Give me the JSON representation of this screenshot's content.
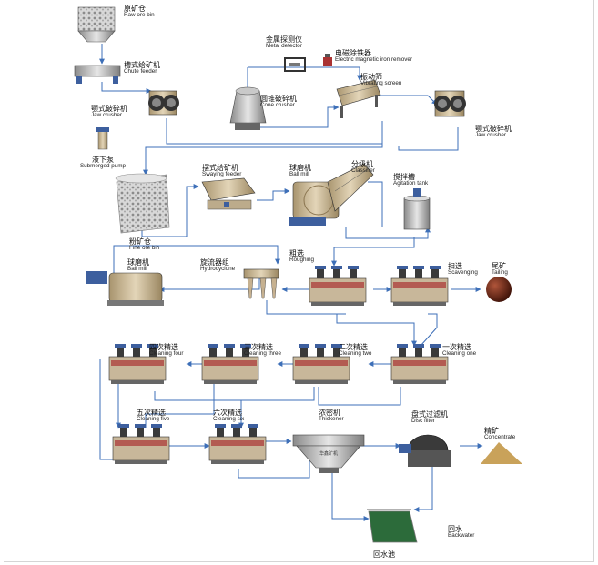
{
  "labels": {
    "raw_ore_bin": {
      "zh": "原矿仓",
      "en": "Raw ore bin"
    },
    "chute_feeder": {
      "zh": "槽式给矿机",
      "en": "Chute feeder"
    },
    "jaw_crusher_1": {
      "zh": "颚式破碎机",
      "en": "Jaw crusher"
    },
    "submerged_pump": {
      "zh": "液下泵",
      "en": "Submerged pump"
    },
    "metal_detector": {
      "zh": "金属探测仪",
      "en": "Metal detector"
    },
    "iron_remover": {
      "zh": "电磁除铁器",
      "en": "Electric magnetic iron remover"
    },
    "vibrating_screen": {
      "zh": "振动筛",
      "en": "Vibrating screen"
    },
    "cone_crusher": {
      "zh": "圆锥破碎机",
      "en": "Cone crusher"
    },
    "jaw_crusher_2": {
      "zh": "颚式破碎机",
      "en": "Jaw crusher"
    },
    "fine_ore_bin": {
      "zh": "粉矿仓",
      "en": "Fine ore bin"
    },
    "swaying_feeder": {
      "zh": "摆式给矿机",
      "en": "Swaying feeder"
    },
    "ball_mill_1": {
      "zh": "球磨机",
      "en": "Ball mill"
    },
    "classifier": {
      "zh": "分级机",
      "en": "Classifier"
    },
    "agitation_tank": {
      "zh": "搅拌槽",
      "en": "Agitation tank"
    },
    "ball_mill_2": {
      "zh": "球磨机",
      "en": "Ball mill"
    },
    "hydrocyclone": {
      "zh": "旋流器组",
      "en": "Hydrocyclone"
    },
    "roughing": {
      "zh": "粗选",
      "en": "Roughing"
    },
    "scavenging": {
      "zh": "扫选",
      "en": "Scavenging"
    },
    "tailing": {
      "zh": "尾矿",
      "en": "Tailing"
    },
    "cleaning_four": {
      "zh": "四次精选",
      "en": "Cleaning four"
    },
    "cleaning_three": {
      "zh": "三次精选",
      "en": "Cleaning three"
    },
    "cleaning_two": {
      "zh": "二次精选",
      "en": "Cleaning two"
    },
    "cleaning_one": {
      "zh": "一次精选",
      "en": "Cleaning one"
    },
    "cleaning_five": {
      "zh": "五次精选",
      "en": "Cleaning five"
    },
    "cleaning_six": {
      "zh": "六次精选",
      "en": "Cleaning six"
    },
    "thickener": {
      "zh": "浓密机",
      "en": "Thickener"
    },
    "disc_filter": {
      "zh": "盘式过滤机",
      "en": "Disc filter"
    },
    "concentrate": {
      "zh": "精矿",
      "en": "Concentrate"
    },
    "backwater": {
      "zh": "回水",
      "en": "Backwater"
    },
    "backwater_pool": {
      "zh": "回水池",
      "en": ""
    }
  },
  "thickener_plate": "华鑫矿机",
  "colors": {
    "machine_body": "#c8b79a",
    "machine_dark": "#3a3a3a",
    "motor_blue": "#3d5f9e",
    "flow_line": "#3d6fb8",
    "tailing": "#7a2a12",
    "concentrate": "#c9a25a",
    "water": "#2c6b3a"
  }
}
